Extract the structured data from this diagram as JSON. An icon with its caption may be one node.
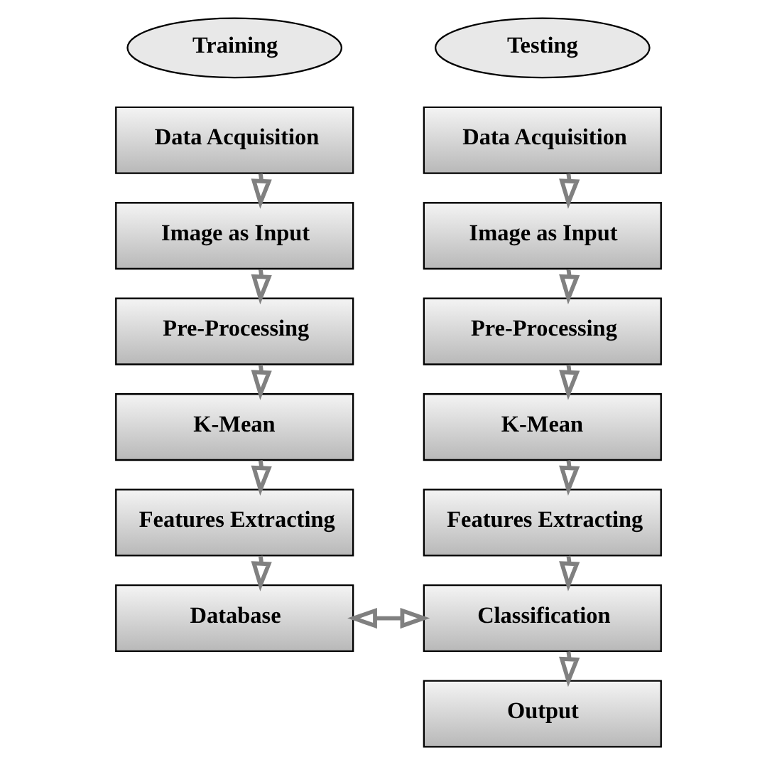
{
  "diagram": {
    "nodes": [
      {
        "text": [
          "Training"
        ]
      },
      {
        "text": [
          "Testing"
        ]
      },
      {
        "text": [
          "Data Acquisition"
        ]
      },
      {
        "text": [
          "Image as Input"
        ]
      },
      {
        "text": [
          "Pre-Processing"
        ]
      },
      {
        "text": [
          "K-Mean"
        ]
      },
      {
        "text": [
          "Features Extracting"
        ]
      },
      {
        "text": [
          "Database"
        ]
      },
      {
        "text": [
          "Data Acquisition"
        ]
      },
      {
        "text": [
          "Image as Input"
        ]
      },
      {
        "text": [
          "Pre-Processing"
        ]
      },
      {
        "text": [
          "K-Mean"
        ]
      },
      {
        "text": [
          "Features Extracting"
        ]
      },
      {
        "text": [
          "Classification"
        ]
      },
      {
        "text": [
          "Output"
        ]
      }
    ],
    "edges": [
      {
        "from": 2,
        "to": 3,
        "arrow": "to"
      },
      {
        "from": 3,
        "to": 4,
        "arrow": "to"
      },
      {
        "from": 4,
        "to": 5,
        "arrow": "to"
      },
      {
        "from": 5,
        "to": 6,
        "arrow": "to"
      },
      {
        "from": 6,
        "to": 7,
        "arrow": "to"
      },
      {
        "from": 8,
        "to": 9,
        "arrow": "to"
      },
      {
        "from": 9,
        "to": 10,
        "arrow": "to"
      },
      {
        "from": 10,
        "to": 11,
        "arrow": "to"
      },
      {
        "from": 11,
        "to": 12,
        "arrow": "to"
      },
      {
        "from": 12,
        "to": 13,
        "arrow": "to"
      },
      {
        "from": 7,
        "to": 13,
        "arrow": "both"
      },
      {
        "from": 13,
        "to": 14,
        "arrow": "to"
      }
    ]
  }
}
